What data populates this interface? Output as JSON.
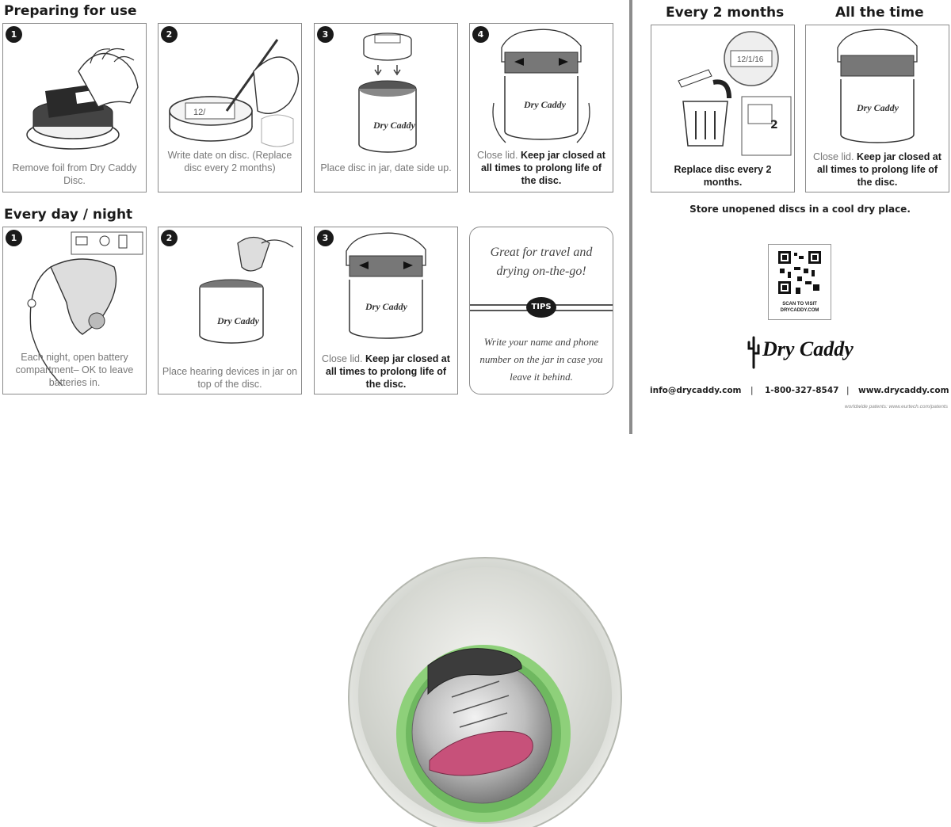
{
  "prep": {
    "heading": "Preparing for use",
    "steps": [
      {
        "num": "1",
        "caption": "Remove foil from Dry Caddy Disc."
      },
      {
        "num": "2",
        "caption": "Write date on disc. (Replace disc every 2 months)"
      },
      {
        "num": "3",
        "caption": "Place disc in jar, date side up."
      },
      {
        "num": "4",
        "caption_plain": "Close lid. ",
        "caption_bold": "Keep jar closed at all times to prolong life of the disc."
      }
    ]
  },
  "daily": {
    "heading": "Every day / night",
    "steps": [
      {
        "num": "1",
        "caption": "Each night, open battery compartment– OK to leave batteries in."
      },
      {
        "num": "2",
        "caption": "Place hearing devices in jar on top of the disc."
      },
      {
        "num": "3",
        "caption_plain": "Close lid. ",
        "caption_bold": "Keep jar closed at all times to prolong life of the disc."
      }
    ]
  },
  "tips": {
    "top_text": "Great for travel and drying on-the-go!",
    "badge": "TIPS",
    "bottom_text": "Write your name and phone number on the jar in case you leave it behind."
  },
  "right": {
    "heading_left": "Every 2 months",
    "heading_right": "All the time",
    "date_on_disc": "12/1/16",
    "step_marker": "2",
    "panel_left_caption": "Replace disc every 2 months.",
    "panel_right_caption_plain": "Close lid. ",
    "panel_right_caption_bold": "Keep jar closed at all times to prolong life of the disc.",
    "store_note": "Store unopened discs in a cool dry place.",
    "qr_caption_1": "SCAN TO VISIT",
    "qr_caption_2": "DRYCADDY.COM",
    "brand": "Dry Caddy",
    "email": "info@drycaddy.com",
    "sep": "|",
    "phone": "1-800-327-8547",
    "website": "www.drycaddy.com",
    "patents": "worldwide patents: www.eurtech.com/patents"
  },
  "jar_label": "Dry Caddy",
  "write_date_mark": "12/",
  "colors": {
    "outline": "#8a8a8a",
    "jar_green": "#8ed07a",
    "jar_rim": "#d7d9d2",
    "hearing_aid_pink": "#c7517a"
  }
}
